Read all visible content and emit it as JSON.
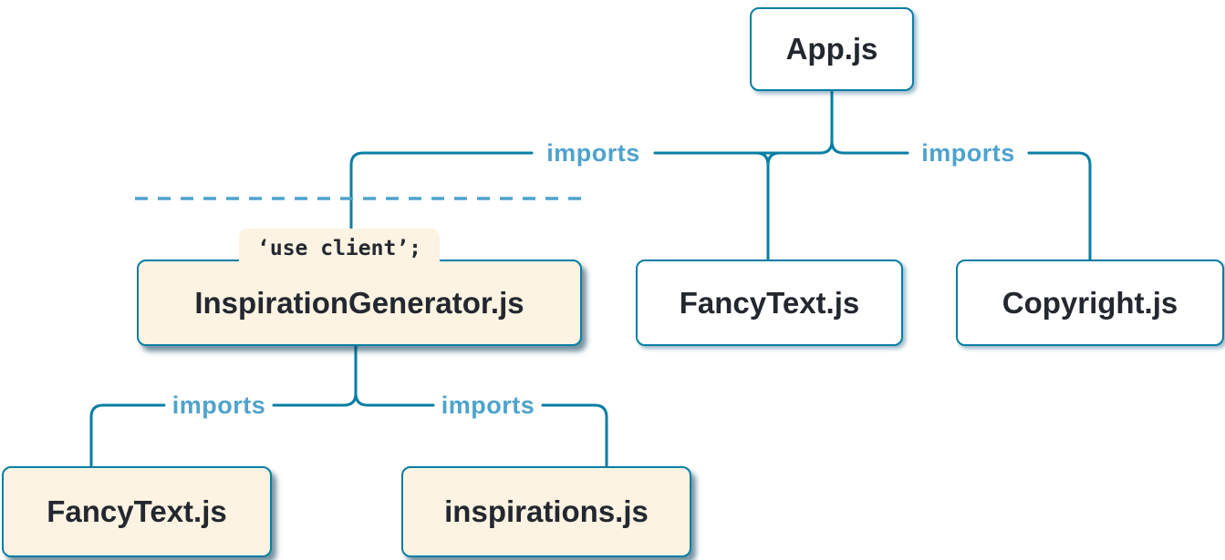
{
  "diagram": {
    "nodes": [
      {
        "id": "app",
        "label": "App.js",
        "type": "server"
      },
      {
        "id": "inspiration-generator",
        "label": "InspirationGenerator.js",
        "type": "client",
        "directive": "‘use client’;"
      },
      {
        "id": "fancy-text-top",
        "label": "FancyText.js",
        "type": "server"
      },
      {
        "id": "copyright",
        "label": "Copyright.js",
        "type": "server"
      },
      {
        "id": "fancy-text-bottom",
        "label": "FancyText.js",
        "type": "client"
      },
      {
        "id": "inspirations",
        "label": "inspirations.js",
        "type": "client"
      }
    ],
    "edges": [
      {
        "from": "App.js",
        "to": "InspirationGenerator.js",
        "label": "imports"
      },
      {
        "from": "App.js",
        "to": "FancyText.js",
        "label": ""
      },
      {
        "from": "App.js",
        "to": "Copyright.js",
        "label": "imports"
      },
      {
        "from": "InspirationGenerator.js",
        "to": "FancyText.js",
        "label": "imports"
      },
      {
        "from": "InspirationGenerator.js",
        "to": "inspirations.js",
        "label": "imports"
      }
    ],
    "colors": {
      "line": "#087ea4",
      "edge_label": "#4ea3cc",
      "node_border": "#087ea4",
      "server_bg": "#ffffff",
      "client_bg": "#fcf3e2",
      "text": "#23272f"
    }
  }
}
